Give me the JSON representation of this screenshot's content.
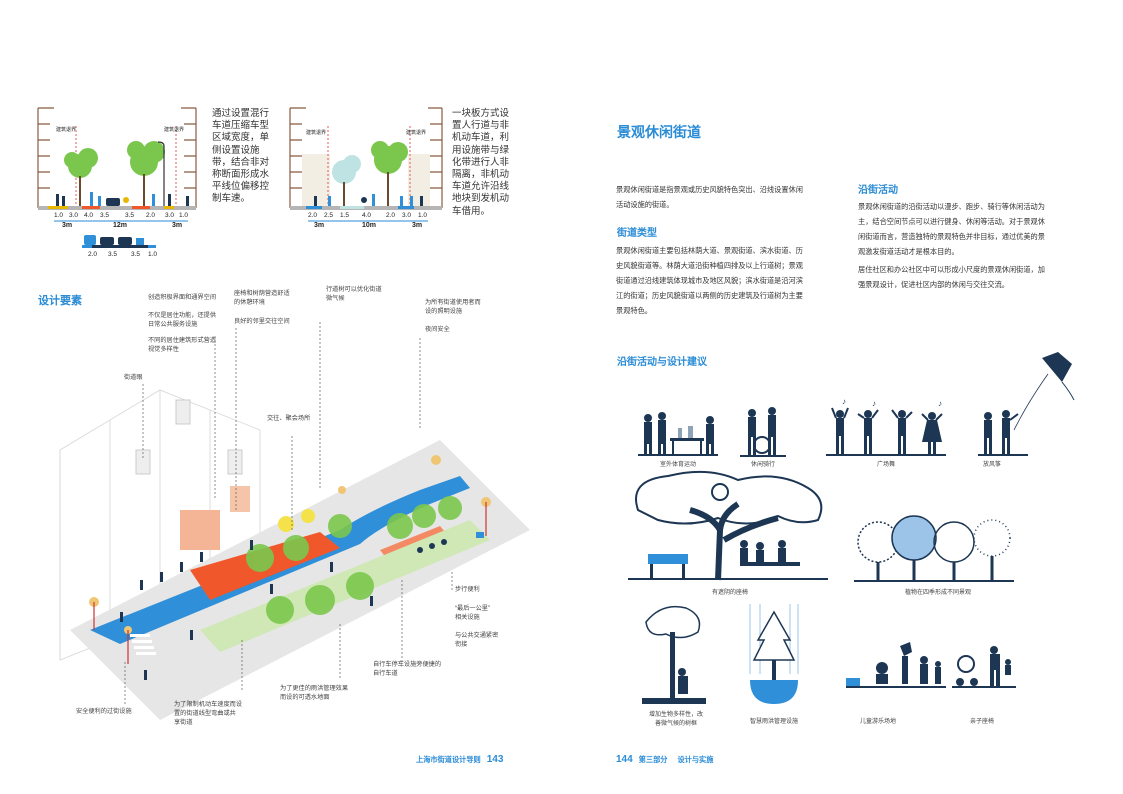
{
  "left_page": {
    "section_a": {
      "label_left": "建筑退界",
      "label_right": "建筑退界",
      "dims_top": [
        "1.0",
        "3.0",
        "4.0",
        "3.5",
        "3.5",
        "2.0",
        "3.0",
        "1.0"
      ],
      "widths": [
        "3m",
        "12m",
        "3m"
      ],
      "dims_bottom": [
        "2.0",
        "3.5",
        "3.5",
        "1.0"
      ],
      "text": [
        "通过设置混行",
        "车道压缩车型",
        "区域宽度，单",
        "侧设置设施",
        "带，结合非对",
        "称断面形成水",
        "平线位偏移控",
        "制车速。"
      ]
    },
    "section_b": {
      "label_left": "建筑退界",
      "label_right": "建筑退界",
      "dims_top": [
        "2.0",
        "2.5",
        "1.5",
        "4.0",
        "2.0",
        "3.0",
        "1.0"
      ],
      "widths": [
        "3m",
        "10m",
        "3m"
      ],
      "text": [
        "一块板方式设",
        "置人行道与非",
        "机动车道，利",
        "用设施带与绿",
        "化带进行人非",
        "隔离，非机动",
        "车道允许沿线",
        "地块到发机动",
        "车借用。"
      ]
    },
    "design_elements_title": "设计要素",
    "callouts": {
      "c1": "创造积极界面和通界空间",
      "c2a": "不仅是居住功能，还提供",
      "c2b": "日常公共服务设施",
      "c3a": "不同的居住建筑形式营造",
      "c3b": "视觉多样性",
      "c4": "街道眼",
      "c5a": "座椅和树荫营造舒适",
      "c5b": "的休憩环境",
      "c6": "良好的邻里交往空间",
      "c7a": "行道树可以优化街道",
      "c7b": "微气候",
      "c8a": "为所有街道使用者而",
      "c8b": "设的照明设施",
      "c9": "夜间安全",
      "c10": "交往、聚会场所",
      "c11": "步行便利",
      "c12a": "“最后一公里”",
      "c12b": "相关设施",
      "c13a": "与公共交通紧密",
      "c13b": "衔接",
      "c14a": "自行车停车设施旁便捷的",
      "c14b": "自行车道",
      "c15a": "为了更佳的雨洪管理效果",
      "c15b": "而设的可透水地面",
      "c16a": "为了限制机动车速度而设",
      "c16b": "置的街道线型弯曲或共",
      "c16c": "享街道",
      "c17": "安全便利的过街设施"
    },
    "footer_text": "上海市街道设计导则",
    "footer_num": "143"
  },
  "right_page": {
    "title": "景观休闲街道",
    "intro": [
      "景观休闲街道是指景观或历史风貌特色突出、沿线设置休闲",
      "活动设施的街道。"
    ],
    "types_title": "街道类型",
    "types_text": [
      "景观休闲街道主要包括林荫大道、景观街道、滨水街道、历",
      "史风貌街道等。林荫大道沿街种植四排及以上行道树；景观",
      "街道通过沿线建筑体现城市及地区风貌；滨水街道是沿河滨",
      "江的街道；历史风貌街道以两侧的历史建筑及行道树为主要",
      "景观特色。"
    ],
    "activity_title": "沿街活动",
    "activity_text": [
      "景观休闲街道的沿街活动以漫步、跑步、骑行等休闲活动为",
      "主，结合空间节点可以进行健身、休闲等活动。对于景观休",
      "闲街道而言，营造独特的景观特色并非目标，通过优美的景",
      "观激发街道活动才是根本目的。",
      "居住社区和办公社区中可以形成小尺度的景观休闲街道，加",
      "强景观设计，促进社区内部的休闲与交往交流。"
    ],
    "suggest_title": "沿街活动与设计建议",
    "icon_labels": {
      "sport": "室外体育运动",
      "cycling": "休闲骑行",
      "dance": "广场舞",
      "kite": "放风筝",
      "shade": "有遮阴的座椅",
      "plants": "植物在四季形成不同景观",
      "diversity_a": "增加生物多样性，改",
      "diversity_b": "善微气候的树框",
      "rain": "智慧雨洪管理设施",
      "play": "儿童游乐场地",
      "family": "亲子座椅"
    },
    "footer_num": "144",
    "footer_part": "第三部分",
    "footer_text": "设计与实施"
  },
  "colors": {
    "accent": "#2a8cd6",
    "street_blue": "#2f8fd8",
    "plaza_red": "#f0572b",
    "tree_green": "#7bc74d",
    "icon_navy": "#1c3654"
  }
}
